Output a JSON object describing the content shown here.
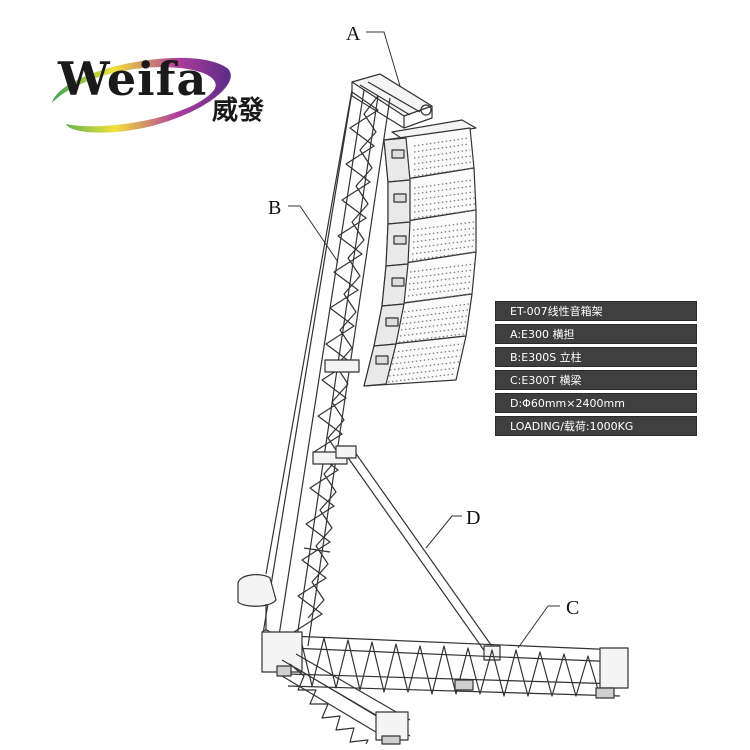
{
  "logo": {
    "brand_name": "Weifa",
    "brand_name_cn": "威發",
    "colors": {
      "swoosh_purple": "#7b2f8e",
      "swoosh_yellow": "#f2e23a",
      "swoosh_green": "#3aa655",
      "text": "#1a1a1a"
    }
  },
  "callouts": {
    "a": "A",
    "b": "B",
    "c": "C",
    "d": "D"
  },
  "spec_table": {
    "title": "ET-007线性音箱架",
    "rows": [
      "A:E300 横担",
      "B:E300S 立柱",
      "C:E300T 横梁",
      "D:Φ60mm×2400mm",
      "LOADING/载荷:1000KG"
    ],
    "colors": {
      "row_bg": "#3f3f3f",
      "row_text": "#ffffff"
    }
  }
}
